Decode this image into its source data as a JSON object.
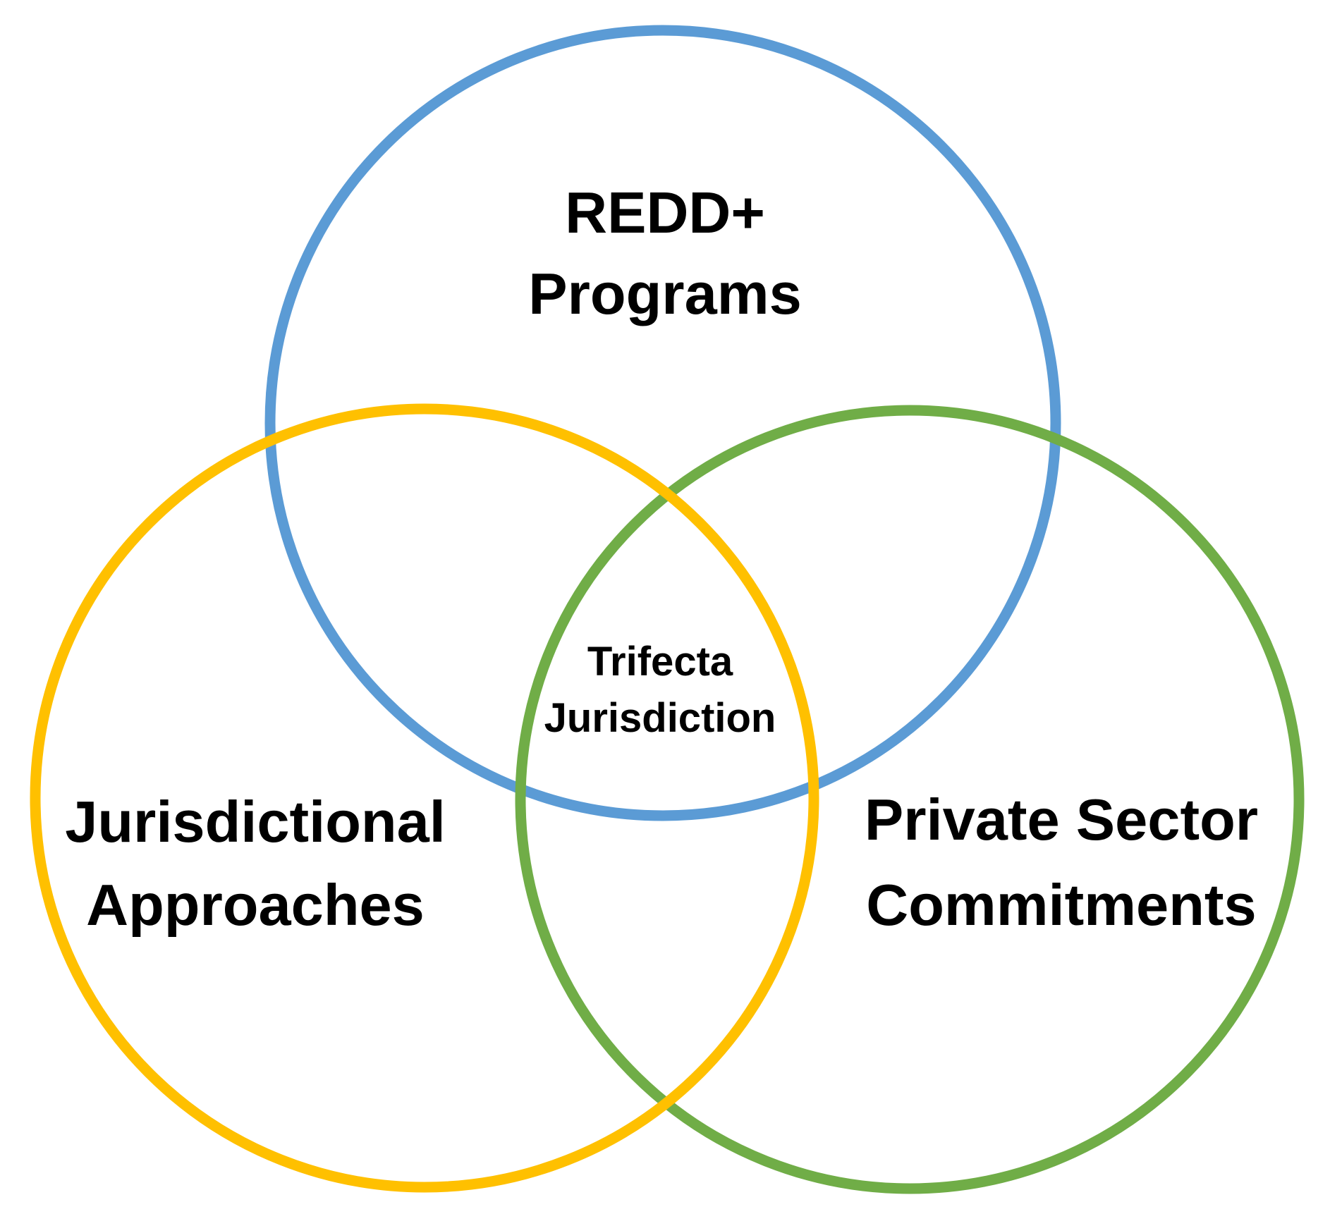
{
  "diagram": {
    "type": "venn",
    "background_color": "#ffffff",
    "text_color": "#000000",
    "circles": {
      "redd": {
        "label_line1": "REDD+",
        "label_line2": "Programs",
        "color": "#5B9BD5"
      },
      "jurisdictional": {
        "label_line1": "Jurisdictional",
        "label_line2": "Approaches",
        "color": "#FFC000"
      },
      "private_sector": {
        "label_line1": "Private Sector",
        "label_line2": "Commitments",
        "color": "#70AD47"
      }
    },
    "intersection": {
      "label_line1": "Trifecta",
      "label_line2": "Jurisdiction"
    }
  }
}
